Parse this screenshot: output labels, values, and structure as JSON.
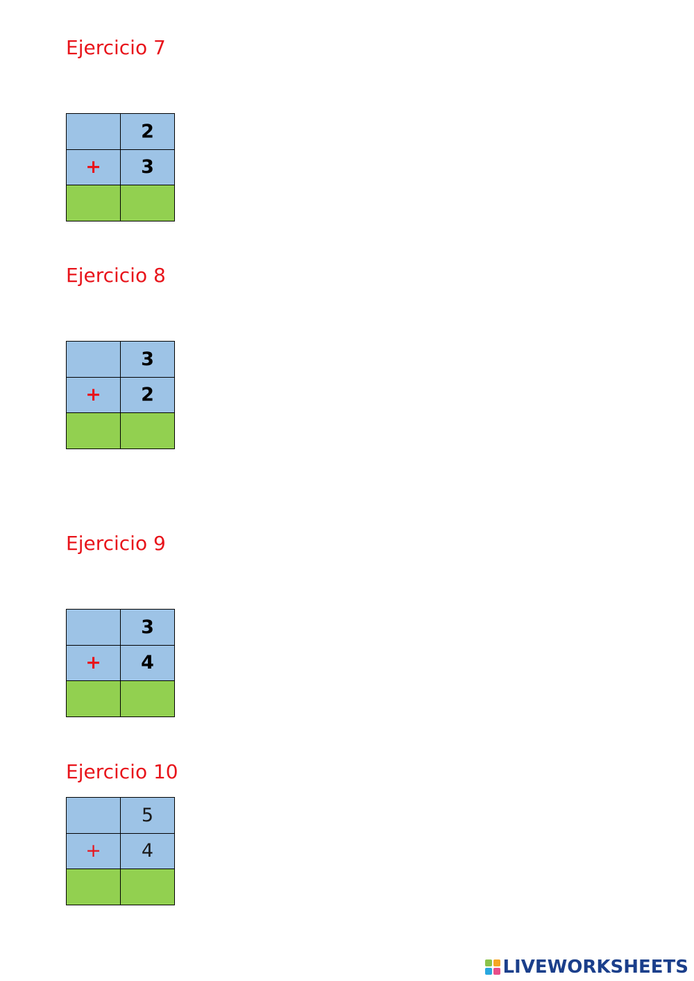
{
  "exercises": [
    {
      "title": "Ejercicio 7",
      "top_number": "2",
      "operator": "+",
      "bottom_number": "3"
    },
    {
      "title": "Ejercicio 8",
      "top_number": "3",
      "operator": "+",
      "bottom_number": "2"
    },
    {
      "title": "Ejercicio 9",
      "top_number": "3",
      "operator": "+",
      "bottom_number": "4"
    },
    {
      "title": "Ejercicio 10",
      "top_number": "5",
      "operator": "+",
      "bottom_number": "4"
    }
  ],
  "colors": {
    "title_red": "#e8141b",
    "operand_blue": "#9dc3e6",
    "result_green": "#92d050",
    "brand_blue": "#1b3f8b"
  },
  "brand": {
    "name": "LIVEWORKSHEETS",
    "logo_icon": "liveworksheets-logo-icon"
  }
}
